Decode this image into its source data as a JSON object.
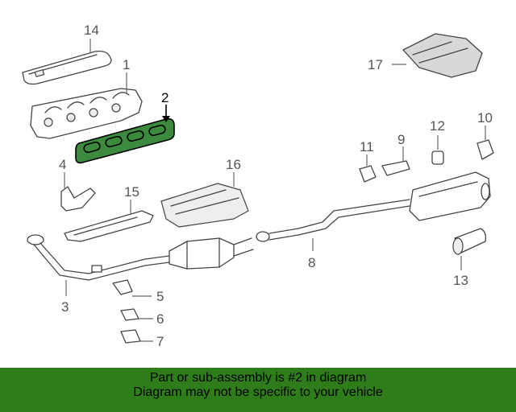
{
  "diagram": {
    "callouts": {
      "c1": "1",
      "c2": "2",
      "c3": "3",
      "c4": "4",
      "c5": "5",
      "c6": "6",
      "c7": "7",
      "c8": "8",
      "c9": "9",
      "c10": "10",
      "c11": "11",
      "c12": "12",
      "c13": "13",
      "c14": "14",
      "c15": "15",
      "c16": "16",
      "c17": "17"
    },
    "highlight_color": "#3b8a3e"
  },
  "banner": {
    "line1": "Part or sub-assembly is #2 in diagram",
    "line2": "Diagram may not be specific to your vehicle",
    "background": "#2e7d1a"
  }
}
